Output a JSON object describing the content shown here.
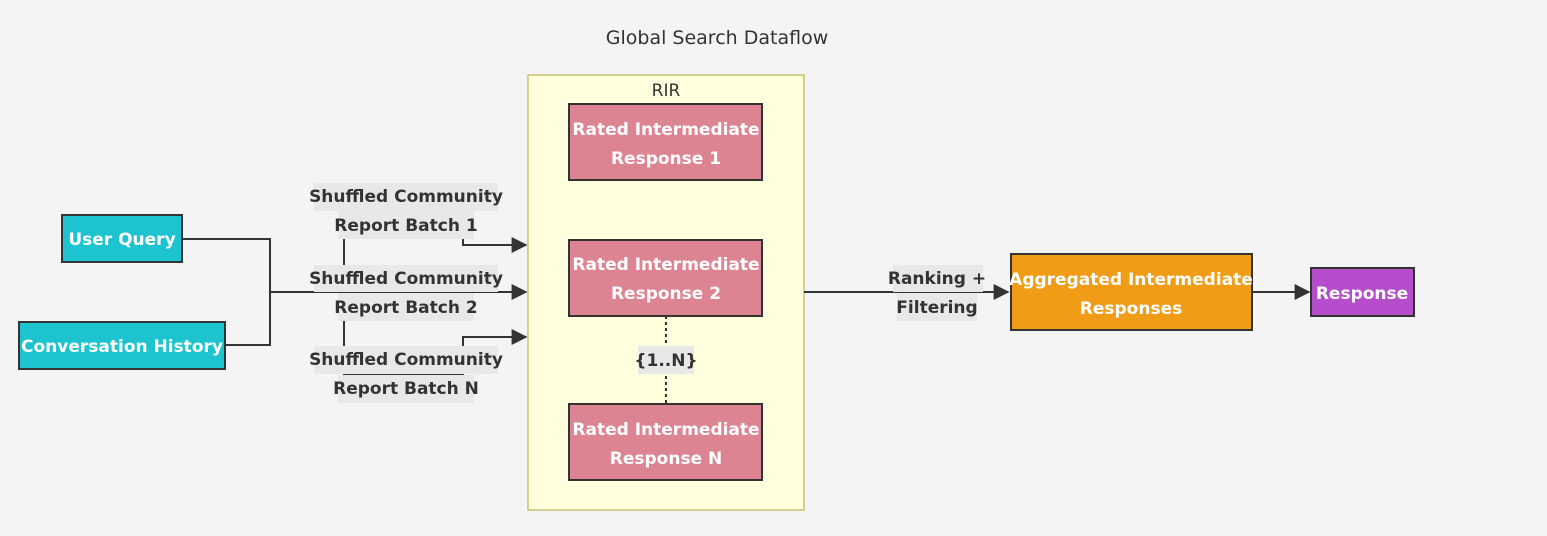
{
  "title": "Global Search Dataflow",
  "cluster": {
    "label": "RIR",
    "fill": "#ffffde",
    "stroke": "#aaaa33"
  },
  "nodes": {
    "user_query": {
      "line1": "User Query",
      "color": "#1dc4cf"
    },
    "conversation_history": {
      "line1": "Conversation History",
      "color": "#1dc4cf"
    },
    "rir1": {
      "line1": "Rated Intermediate",
      "line2": "Response 1",
      "color": "#dd8493"
    },
    "rir2": {
      "line1": "Rated Intermediate",
      "line2": "Response 2",
      "color": "#dd8493"
    },
    "rirn": {
      "line1": "Rated Intermediate",
      "line2": "Response N",
      "color": "#dd8493"
    },
    "aggregated": {
      "line1": "Aggregated Intermediate",
      "line2": "Responses",
      "color": "#f19c16"
    },
    "response": {
      "line1": "Response",
      "color": "#b54dcc"
    }
  },
  "edges": {
    "batch1": {
      "line1": "Shuffled Community",
      "line2": "Report Batch 1"
    },
    "batch2": {
      "line1": "Shuffled Community",
      "line2": "Report Batch 2"
    },
    "batchn": {
      "line1": "Shuffled Community",
      "line2": "Report Batch N"
    },
    "range": {
      "line1": "{1..N}"
    },
    "ranking": {
      "line1": "Ranking +",
      "line2": "Filtering"
    }
  }
}
